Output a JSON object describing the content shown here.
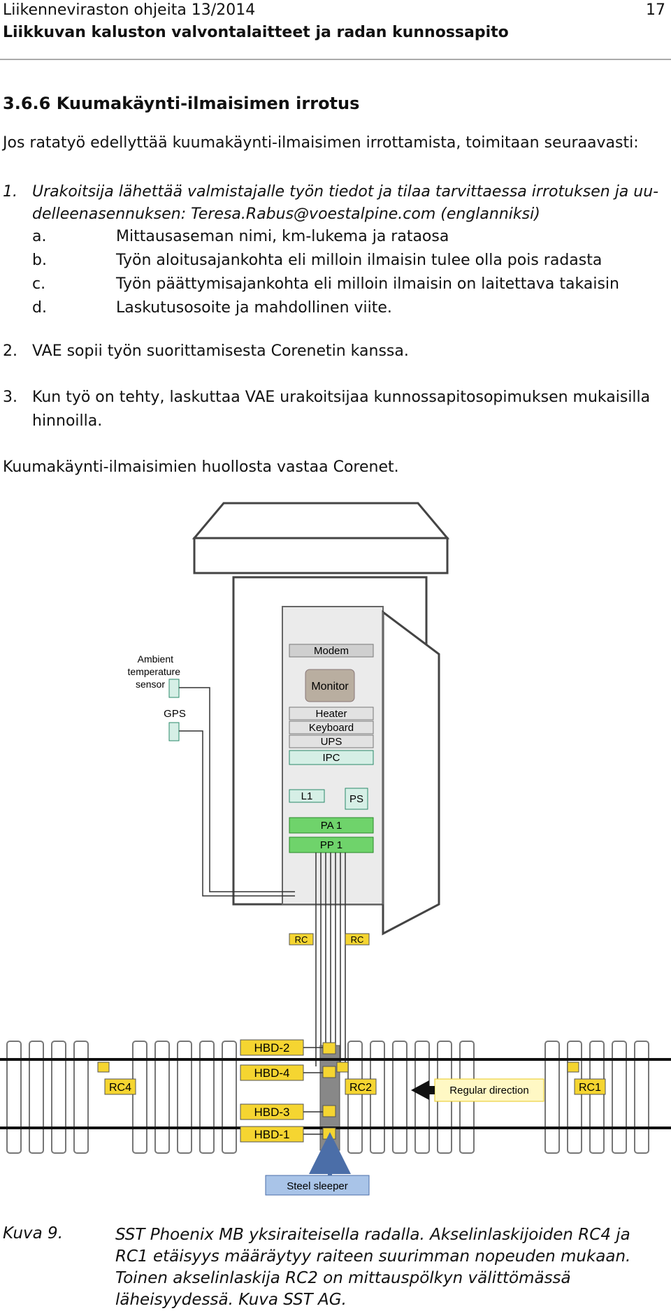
{
  "header": {
    "line1": "Liikenneviraston ohjeita 13/2014",
    "line2": "Liikkuvan kaluston valvontalaitteet ja radan kunnossapito",
    "page_number": "17"
  },
  "section": {
    "title": "3.6.6 Kuumakäynti-ilmaisimen irrotus",
    "intro": "Jos ratatyö edellyttää kuumakäynti-ilmaisimen irrottamista, toimitaan seuraavasti:",
    "step1_num": "1.",
    "step1_line1": "Urakoitsija lähettää valmistajalle työn tiedot ja tilaa tarvittaessa irrotuksen ja uu-",
    "step1_line2": "delleenasennuksen: Teresa.Rabus@voestalpine.com (englanniksi)",
    "sub_items": [
      {
        "letter": "a.",
        "text": "Mittausaseman nimi, km-lukema ja rataosa"
      },
      {
        "letter": "b.",
        "text": "Työn aloitusajankohta eli milloin ilmaisin tulee olla pois radasta"
      },
      {
        "letter": "c.",
        "text": "Työn päättymisajankohta eli milloin ilmaisin on laitettava takaisin"
      },
      {
        "letter": "d.",
        "text": "Laskutusosoite ja mahdollinen viite."
      }
    ],
    "step2_num": "2.",
    "step2": "VAE sopii työn suorittamisesta Corenetin kanssa.",
    "step3_num": "3.",
    "step3_line1": "Kun työ on tehty, laskuttaa VAE urakoitsijaa kunnossapitosopimuksen mukaisilla",
    "step3_line2": "hinnoilla.",
    "closing": "Kuumakäynti-ilmaisimien huollosta vastaa Corenet."
  },
  "figure": {
    "modules": {
      "modem": "Modem",
      "monitor": "Monitor",
      "heater": "Heater",
      "keyboard": "Keyboard",
      "ups": "UPS",
      "ipc": "IPC",
      "l1": "L1",
      "ps": "PS",
      "pa1": "PA 1",
      "pp1": "PP 1"
    },
    "sensor_label_1": "Ambient",
    "sensor_label_2": "temperature",
    "sensor_label_3": "sensor",
    "gps": "GPS",
    "rc_left": "RC",
    "rc_right": "RC",
    "hbd2": "HBD-2",
    "hbd4": "HBD-4",
    "hbd3": "HBD-3",
    "hbd1": "HBD-1",
    "rc4": "RC4",
    "rc2": "RC2",
    "rc1": "RC1",
    "direction": "Regular direction",
    "steel_sleeper": "Steel sleeper",
    "colors": {
      "yellow": "#f5d531",
      "green": "#6fd36b",
      "teal_light": "#d6efe6",
      "monitor": "#b9aea0",
      "blue": "#a9c4e8"
    }
  },
  "caption": {
    "label": "Kuva 9.",
    "text": "SST Phoenix MB yksiraiteisella radalla. Akselinlaskijoiden RC4 ja RC1 etäisyys määräytyy raiteen suurimman nopeuden mukaan. Toinen akselinlaskija RC2 on mittauspölkyn välittömässä läheisyydessä. Kuva SST AG."
  }
}
